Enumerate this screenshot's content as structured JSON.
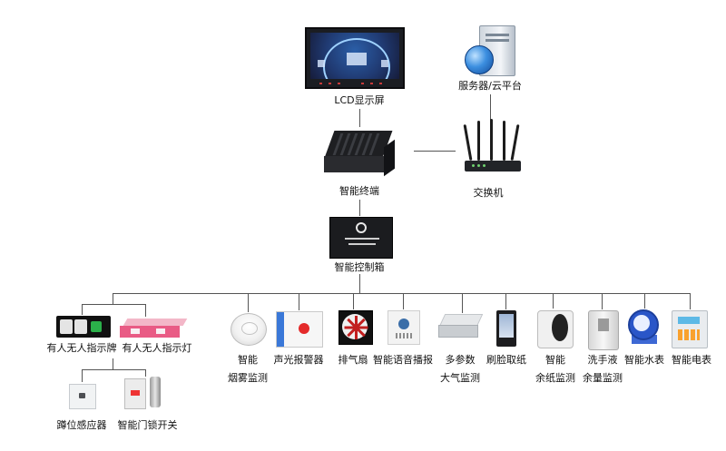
{
  "nodes": {
    "lcd": "LCD显示屏",
    "server": "服务器/云平台",
    "terminal": "智能终端",
    "switch": "交换机",
    "controller": "智能控制箱",
    "occupancy_sign": "有人无人指示牌",
    "occupancy_light": "有人无人指示灯",
    "squat_sensor": "蹲位感应器",
    "door_lock": "智能门锁开关",
    "smoke_line1": "智能",
    "smoke_line2": "烟雾监测",
    "alarm": "声光报警器",
    "exhaust_fan": "排气扇",
    "voice": "智能语音播报",
    "air_line1": "多参数",
    "air_line2": "大气监测",
    "face_paper": "刷脸取纸",
    "paper_line1": "智能",
    "paper_line2": "余纸监测",
    "soap_line1": "洗手液",
    "soap_line2": "余量监测",
    "water_meter": "智能水表",
    "electric_meter": "智能电表"
  },
  "colors": {
    "line": "#555555",
    "alarm_red": "#e42a2a",
    "light_pink": "#e95b85",
    "meter_blue": "#2a56c8"
  }
}
